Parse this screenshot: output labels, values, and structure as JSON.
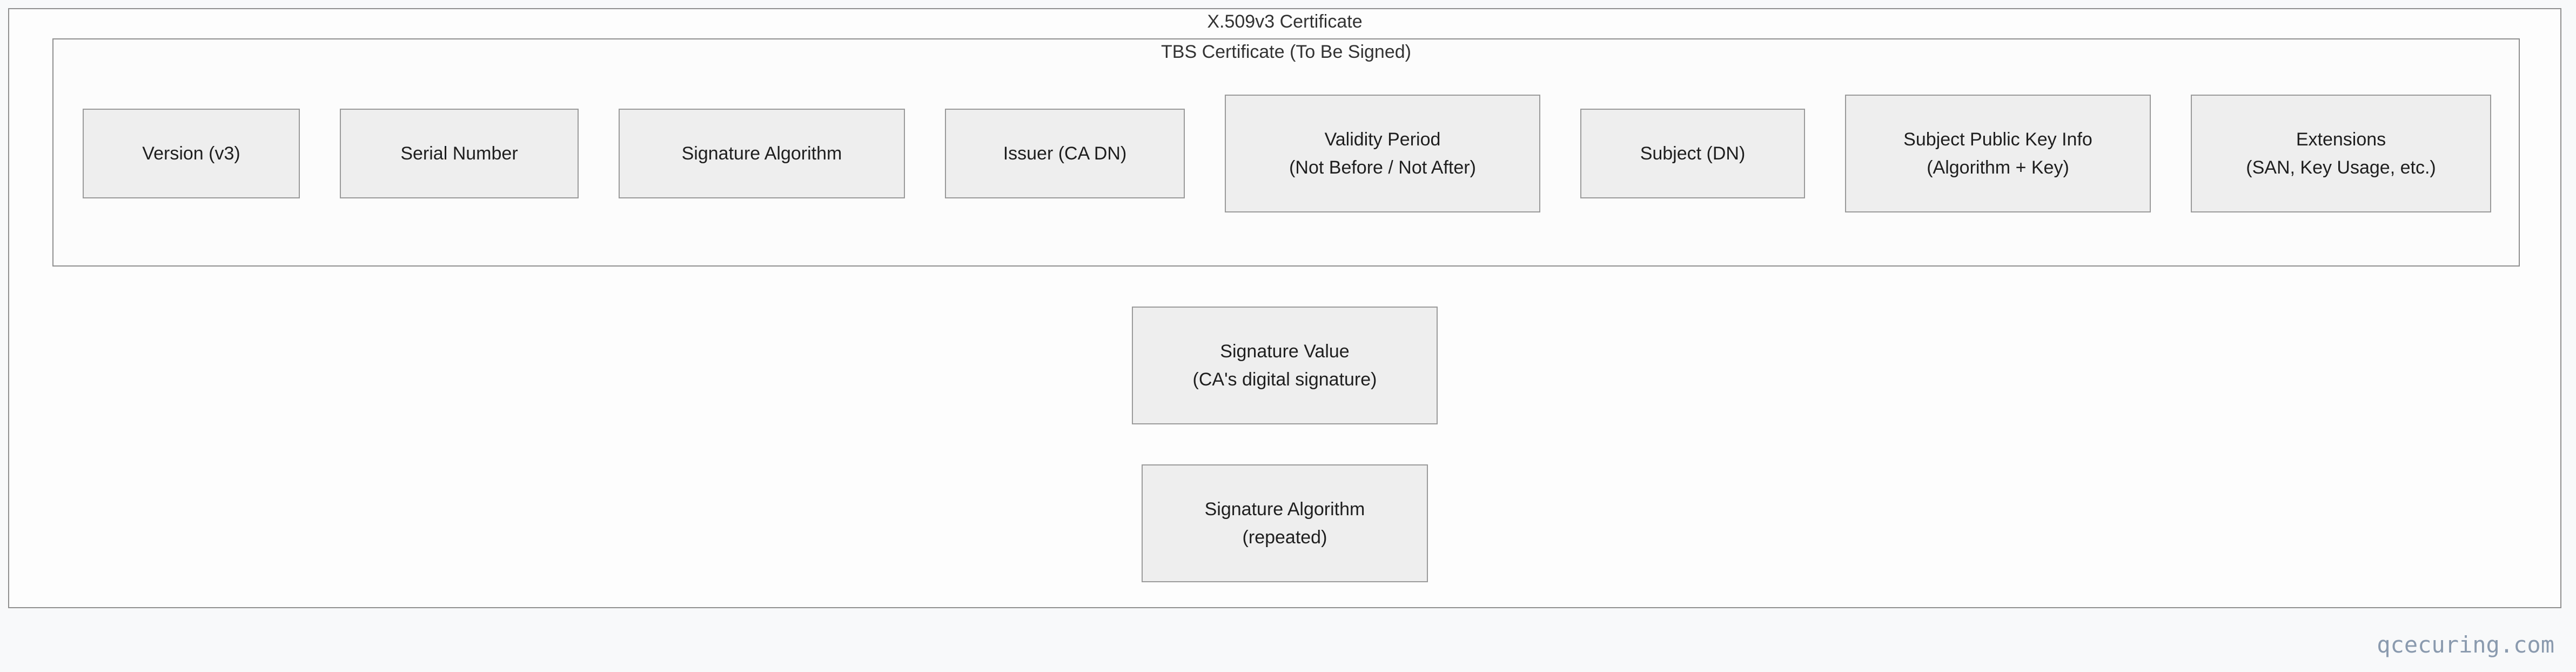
{
  "certificate": {
    "title": "X.509v3 Certificate",
    "tbs": {
      "title": "TBS Certificate (To Be Signed)",
      "fields": [
        {
          "line1": "Version (v3)",
          "line2": ""
        },
        {
          "line1": "Serial Number",
          "line2": ""
        },
        {
          "line1": "Signature Algorithm",
          "line2": ""
        },
        {
          "line1": "Issuer (CA DN)",
          "line2": ""
        },
        {
          "line1": "Validity Period",
          "line2": "(Not Before / Not After)"
        },
        {
          "line1": "Subject (DN)",
          "line2": ""
        },
        {
          "line1": "Subject Public Key Info",
          "line2": "(Algorithm + Key)"
        },
        {
          "line1": "Extensions",
          "line2": "(SAN, Key Usage, etc.)"
        }
      ]
    },
    "signature_value": {
      "line1": "Signature Value",
      "line2": "(CA's digital signature)"
    },
    "signature_algorithm_repeated": {
      "line1": "Signature Algorithm",
      "line2": "(repeated)"
    }
  },
  "watermark": "qcecuring.com"
}
